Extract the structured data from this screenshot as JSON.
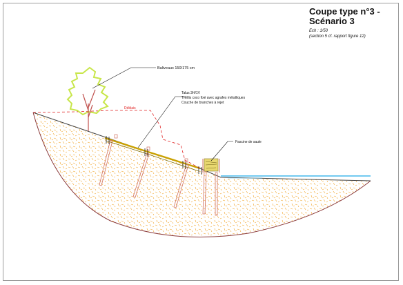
{
  "title": {
    "line1": "Coupe type n°3 -",
    "line2": "Scénario 3",
    "scale": "Ech : 1/50",
    "reference": "(section 5 cf. rapport figure 12)"
  },
  "labels": {
    "baliveaux": "Baliveaux 150/175  cm",
    "deblais": "Déblais",
    "talus_line1": "Talus 3H/1V",
    "talus_line2": "Treillis coco fixé avec agrafes métalliques",
    "talus_line3": "Couche de branches à rejet",
    "fascine": "Fascine de saule"
  },
  "colors": {
    "soil_hatch": "#f0a020",
    "tree_foliage": "#c8e64a",
    "tree_trunk": "#c0504d",
    "water": "#44b8ec",
    "bank_curve": "#8b3a3a",
    "deblais_line": "#e02020",
    "stake": "#d07060",
    "coir_mat": "#c8a000",
    "fascine": "#e8d870"
  }
}
